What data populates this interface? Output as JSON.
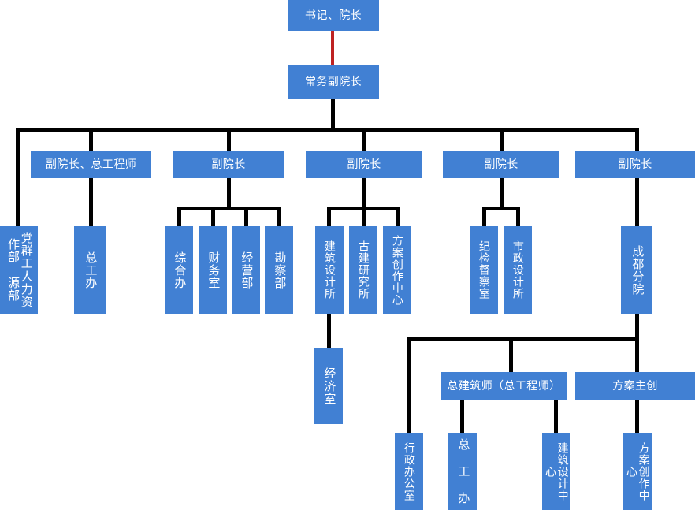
{
  "colors": {
    "node_fill": "#4180d3",
    "node_text": "#ffffff",
    "connector": "#000000",
    "connector_highlight": "#be2222",
    "background": "#ffffff"
  },
  "chart_data": {
    "type": "diagram",
    "diagram_type": "organization-chart",
    "title": "",
    "orientation": "top-down",
    "levels": 6,
    "nodes": [
      {
        "id": "n1",
        "label": "书记、院长",
        "level": 0,
        "text_direction": "horizontal"
      },
      {
        "id": "n2",
        "label": "常务副院长",
        "level": 1,
        "text_direction": "horizontal"
      },
      {
        "id": "n3",
        "label": "副院长、总工程师",
        "level": 2,
        "text_direction": "horizontal"
      },
      {
        "id": "n4",
        "label": "副院长",
        "level": 2,
        "text_direction": "horizontal"
      },
      {
        "id": "n5",
        "label": "副院长",
        "level": 2,
        "text_direction": "horizontal"
      },
      {
        "id": "n6",
        "label": "副院长",
        "level": 2,
        "text_direction": "horizontal"
      },
      {
        "id": "n7",
        "label": "副院长",
        "level": 2,
        "text_direction": "horizontal"
      },
      {
        "id": "n8",
        "label": "人力资源部",
        "label2": "党群工作部",
        "level": 3,
        "text_direction": "vertical"
      },
      {
        "id": "n9",
        "label": "总工办",
        "level": 3,
        "text_direction": "vertical"
      },
      {
        "id": "n10",
        "label": "综合办",
        "level": 3,
        "text_direction": "vertical"
      },
      {
        "id": "n11",
        "label": "财务室",
        "level": 3,
        "text_direction": "vertical"
      },
      {
        "id": "n12",
        "label": "经营部",
        "level": 3,
        "text_direction": "vertical"
      },
      {
        "id": "n13",
        "label": "勘察部",
        "level": 3,
        "text_direction": "vertical"
      },
      {
        "id": "n14",
        "label": "建筑设计所",
        "level": 3,
        "text_direction": "vertical"
      },
      {
        "id": "n15",
        "label": "古建研究所",
        "level": 3,
        "text_direction": "vertical"
      },
      {
        "id": "n16",
        "label": "方案创作中心",
        "level": 3,
        "text_direction": "vertical"
      },
      {
        "id": "n17",
        "label": "纪检督察室",
        "level": 3,
        "text_direction": "vertical"
      },
      {
        "id": "n18",
        "label": "市政设计所",
        "level": 3,
        "text_direction": "vertical"
      },
      {
        "id": "n19",
        "label": "成都分院",
        "level": 3,
        "text_direction": "vertical"
      },
      {
        "id": "n20",
        "label": "经济室",
        "level": 4,
        "text_direction": "vertical"
      },
      {
        "id": "n21",
        "label": "总建筑师（总工程师）",
        "level": 4,
        "text_direction": "horizontal"
      },
      {
        "id": "n22",
        "label": "方案主创",
        "level": 4,
        "text_direction": "horizontal"
      },
      {
        "id": "n23",
        "label": "行政办公室",
        "level": 5,
        "text_direction": "vertical"
      },
      {
        "id": "n24",
        "label": "总 工 办",
        "level": 5,
        "text_direction": "vertical"
      },
      {
        "id": "n25",
        "label": "建筑设计中心",
        "level": 5,
        "text_direction": "vertical"
      },
      {
        "id": "n26",
        "label": "方案创作中心",
        "level": 5,
        "text_direction": "vertical"
      }
    ],
    "edges": [
      {
        "from": "n1",
        "to": "n2",
        "style": "highlight"
      },
      {
        "from": "n2",
        "to": "n3",
        "style": "normal"
      },
      {
        "from": "n2",
        "to": "n4",
        "style": "normal"
      },
      {
        "from": "n2",
        "to": "n5",
        "style": "normal"
      },
      {
        "from": "n2",
        "to": "n6",
        "style": "normal"
      },
      {
        "from": "n2",
        "to": "n7",
        "style": "normal"
      },
      {
        "from": "n2",
        "to": "n8",
        "style": "normal"
      },
      {
        "from": "n3",
        "to": "n9",
        "style": "normal"
      },
      {
        "from": "n4",
        "to": "n10",
        "style": "normal"
      },
      {
        "from": "n4",
        "to": "n11",
        "style": "normal"
      },
      {
        "from": "n4",
        "to": "n12",
        "style": "normal"
      },
      {
        "from": "n4",
        "to": "n13",
        "style": "normal"
      },
      {
        "from": "n5",
        "to": "n14",
        "style": "normal"
      },
      {
        "from": "n5",
        "to": "n15",
        "style": "normal"
      },
      {
        "from": "n5",
        "to": "n16",
        "style": "normal"
      },
      {
        "from": "n6",
        "to": "n17",
        "style": "normal"
      },
      {
        "from": "n6",
        "to": "n18",
        "style": "normal"
      },
      {
        "from": "n7",
        "to": "n19",
        "style": "normal"
      },
      {
        "from": "n14",
        "to": "n20",
        "style": "normal"
      },
      {
        "from": "n19",
        "to": "n21",
        "style": "normal"
      },
      {
        "from": "n19",
        "to": "n22",
        "style": "normal"
      },
      {
        "from": "n19",
        "to": "n23",
        "style": "normal"
      },
      {
        "from": "n21",
        "to": "n24",
        "style": "normal"
      },
      {
        "from": "n21",
        "to": "n25",
        "style": "normal"
      },
      {
        "from": "n22",
        "to": "n26",
        "style": "normal"
      }
    ]
  }
}
